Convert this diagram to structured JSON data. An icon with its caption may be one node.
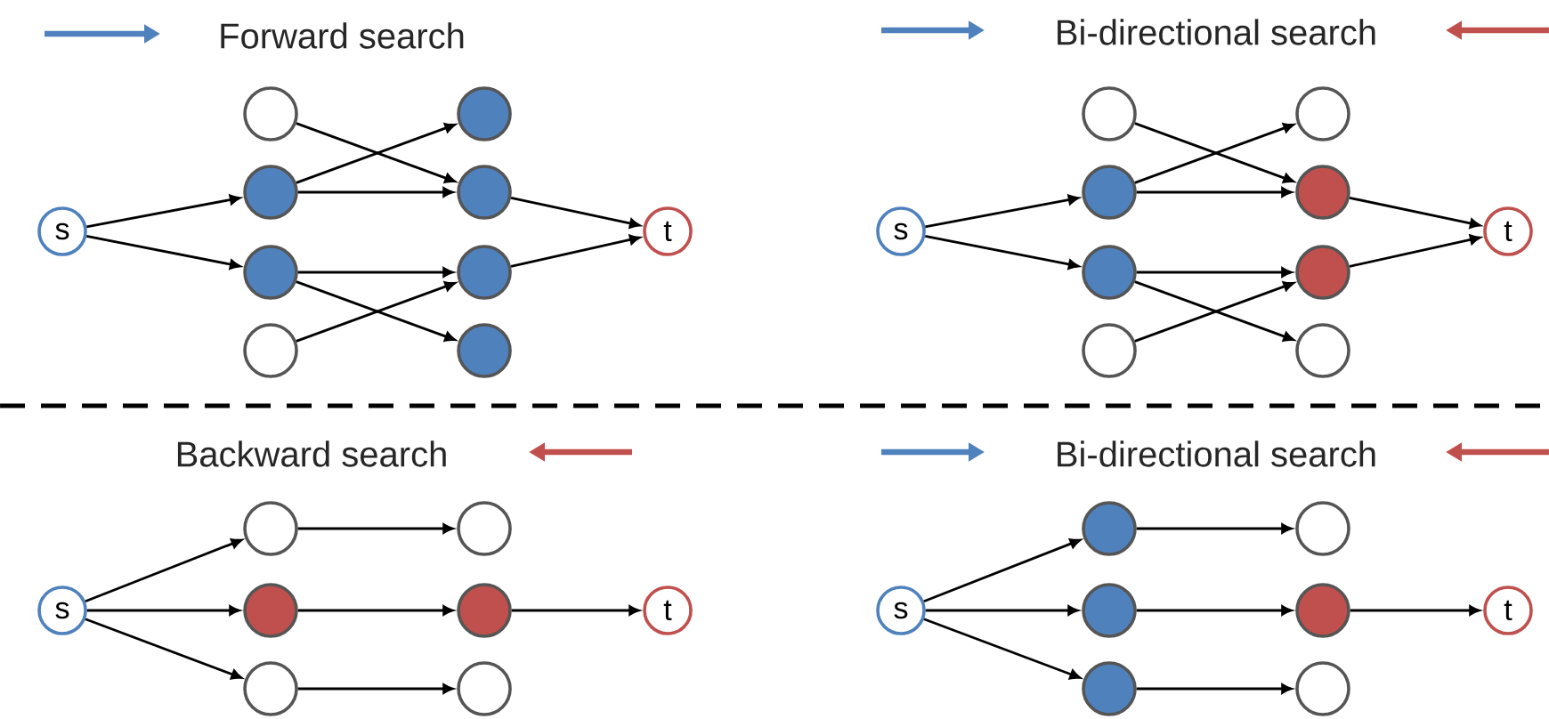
{
  "diagram": {
    "nodes": [
      {
        "text": [
          "s"
        ]
      },
      {
        "text": [],
        "shape": "circle"
      },
      {
        "text": [],
        "shape": "circle"
      },
      {
        "text": [],
        "shape": "circle"
      },
      {
        "text": [],
        "shape": "circle"
      },
      {
        "text": [],
        "shape": "circle"
      },
      {
        "text": [],
        "shape": "circle"
      },
      {
        "text": [],
        "shape": "circle"
      },
      {
        "text": [],
        "shape": "circle"
      },
      {
        "text": [
          "t"
        ]
      },
      {
        "text": [
          "s"
        ]
      },
      {
        "text": [],
        "shape": "circle"
      },
      {
        "text": [],
        "shape": "circle"
      },
      {
        "text": [],
        "shape": "circle"
      },
      {
        "text": [],
        "shape": "circle"
      },
      {
        "text": [],
        "shape": "circle"
      },
      {
        "text": [],
        "shape": "circle"
      },
      {
        "text": [],
        "shape": "circle"
      },
      {
        "text": [],
        "shape": "circle"
      },
      {
        "text": [
          "t"
        ]
      },
      {
        "text": [
          "s"
        ]
      },
      {
        "text": [],
        "shape": "circle"
      },
      {
        "text": [],
        "shape": "circle"
      },
      {
        "text": [],
        "shape": "circle"
      },
      {
        "text": [],
        "shape": "circle"
      },
      {
        "text": [],
        "shape": "circle"
      },
      {
        "text": [],
        "shape": "circle"
      },
      {
        "text": [
          "t"
        ]
      },
      {
        "text": [
          "s"
        ]
      },
      {
        "text": [],
        "shape": "circle"
      },
      {
        "text": [],
        "shape": "circle"
      },
      {
        "text": [],
        "shape": "circle"
      },
      {
        "text": [],
        "shape": "circle"
      },
      {
        "text": [],
        "shape": "circle"
      },
      {
        "text": [],
        "shape": "circle"
      },
      {
        "text": [
          "t"
        ]
      }
    ],
    "edges": [
      {
        "from": 0,
        "to": 2,
        "arrow": "to"
      },
      {
        "from": 0,
        "to": 3,
        "arrow": "to"
      },
      {
        "from": 1,
        "to": 6,
        "arrow": "to"
      },
      {
        "from": 2,
        "to": 5,
        "arrow": "to"
      },
      {
        "from": 2,
        "to": 6,
        "arrow": "to"
      },
      {
        "from": 3,
        "to": 7,
        "arrow": "to"
      },
      {
        "from": 3,
        "to": 8,
        "arrow": "to"
      },
      {
        "from": 4,
        "to": 7,
        "arrow": "to"
      },
      {
        "from": 6,
        "to": 9,
        "arrow": "to"
      },
      {
        "from": 7,
        "to": 9,
        "arrow": "to"
      },
      {
        "from": 10,
        "to": 12,
        "arrow": "to"
      },
      {
        "from": 10,
        "to": 13,
        "arrow": "to"
      },
      {
        "from": 11,
        "to": 16,
        "arrow": "to"
      },
      {
        "from": 12,
        "to": 15,
        "arrow": "to"
      },
      {
        "from": 12,
        "to": 16,
        "arrow": "to"
      },
      {
        "from": 13,
        "to": 17,
        "arrow": "to"
      },
      {
        "from": 13,
        "to": 18,
        "arrow": "to"
      },
      {
        "from": 14,
        "to": 17,
        "arrow": "to"
      },
      {
        "from": 16,
        "to": 19,
        "arrow": "to"
      },
      {
        "from": 17,
        "to": 19,
        "arrow": "to"
      },
      {
        "from": 20,
        "to": 21,
        "arrow": "to"
      },
      {
        "from": 20,
        "to": 22,
        "arrow": "to"
      },
      {
        "from": 20,
        "to": 23,
        "arrow": "to"
      },
      {
        "from": 21,
        "to": 24,
        "arrow": "to"
      },
      {
        "from": 22,
        "to": 25,
        "arrow": "to"
      },
      {
        "from": 23,
        "to": 26,
        "arrow": "to"
      },
      {
        "from": 25,
        "to": 27,
        "arrow": "to"
      },
      {
        "from": 28,
        "to": 29,
        "arrow": "to"
      },
      {
        "from": 28,
        "to": 30,
        "arrow": "to"
      },
      {
        "from": 28,
        "to": 31,
        "arrow": "to"
      },
      {
        "from": 29,
        "to": 32,
        "arrow": "to"
      },
      {
        "from": 30,
        "to": 33,
        "arrow": "to"
      },
      {
        "from": 31,
        "to": 34,
        "arrow": "to"
      },
      {
        "from": 33,
        "to": 35,
        "arrow": "to"
      }
    ],
    "labels": [
      "Forward search",
      "Bi-directional search",
      "Backward search",
      "Bi-directional search"
    ]
  }
}
